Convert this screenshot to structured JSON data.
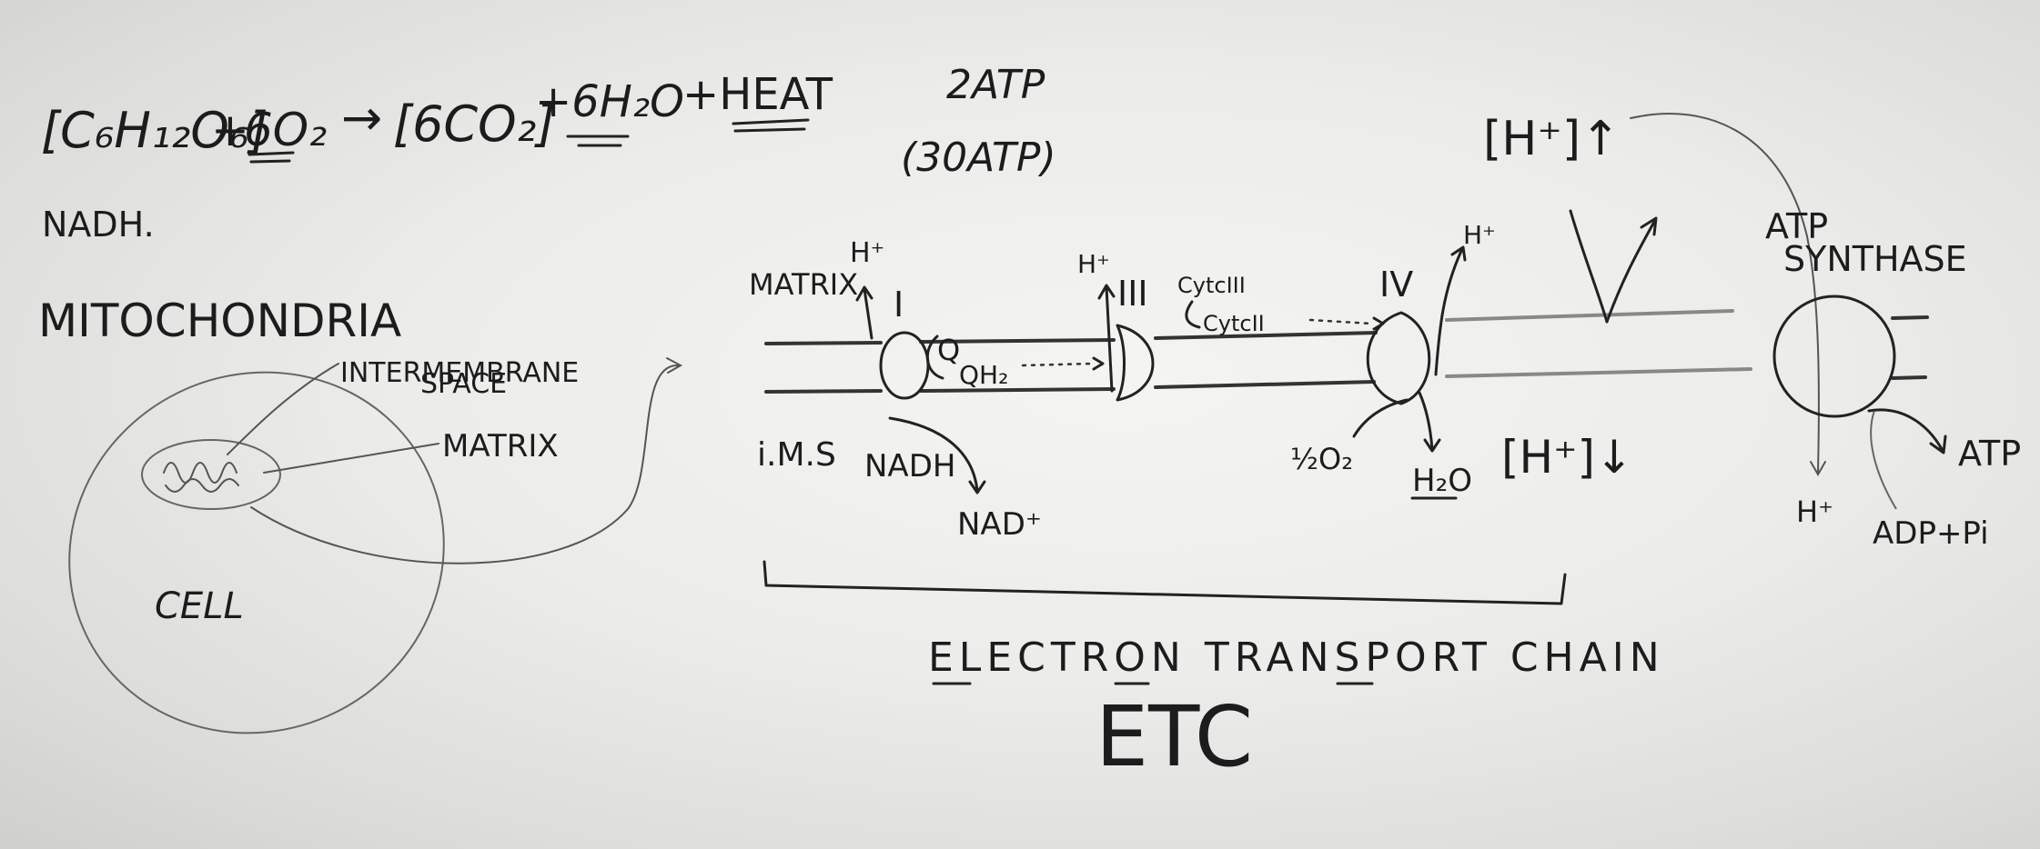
{
  "equation": {
    "reactant_1": "[C₆H₁₂O₆]",
    "plus_1": "+",
    "reactant_2": "6O₂",
    "arrow": "→",
    "product_1": "[6CO₂]",
    "product_2": "+6H₂O",
    "product_3": "+HEAT",
    "atp_2": "2ATP",
    "atp_30": "(30ATP)"
  },
  "left": {
    "nadh": "NADH.",
    "mitochondria": "MITOCHONDRIA",
    "intermembrane_1": "INTERMEMBRANE",
    "intermembrane_2": "SPACE",
    "matrix": "MATRIX",
    "cell": "CELL"
  },
  "etc": {
    "matrix_label": "MATRIX",
    "h_plus": "H⁺",
    "complex_1": "I",
    "complex_3": "III",
    "complex_4": "IV",
    "q": "Q",
    "qh2": "QH₂",
    "cytc_3": "CytcIII",
    "cytc_2": "CytcII",
    "ims": "i.M.S",
    "nadh": "NADH",
    "nad_plus": "NAD⁺",
    "half_o2": "½O₂",
    "h2o": "H₂O",
    "h_low": "[H⁺]↓",
    "h_high": "[H⁺]↑",
    "title": "ELECTRON TRANSPORT CHAIN",
    "acronym": "ETC"
  },
  "synthase": {
    "label_1": "ATP",
    "label_2": "SYNTHASE",
    "atp": "ATP",
    "adp": "ADP+Pi",
    "h_plus": "H⁺"
  }
}
